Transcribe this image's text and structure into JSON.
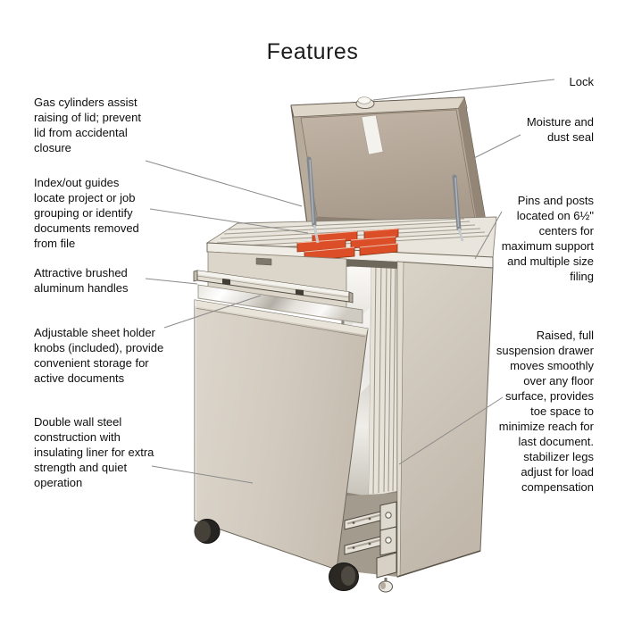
{
  "title": "Features",
  "labels": {
    "left": [
      {
        "id": "gas-cylinders",
        "text": "Gas cylinders assist\nraising of lid; prevent\nlid from accidental\nclosure"
      },
      {
        "id": "index-out-guides",
        "text": "Index/out guides\nlocate project or job\ngrouping or identify\ndocuments removed\nfrom file"
      },
      {
        "id": "aluminum-handles",
        "text": "Attractive brushed\naluminum handles"
      },
      {
        "id": "sheet-holder-knobs",
        "text": "Adjustable sheet holder\nknobs (included), provide\nconvenient storage for\nactive documents"
      },
      {
        "id": "double-wall",
        "text": "Double wall steel\nconstruction with\ninsulating liner for extra\nstrength and quiet\noperation"
      }
    ],
    "right": [
      {
        "id": "lock",
        "text": "Lock"
      },
      {
        "id": "moisture-seal",
        "text": "Moisture and\ndust seal"
      },
      {
        "id": "pins-posts",
        "text": "Pins and posts\nlocated on 6½\"\ncenters for\nmaximum support\nand multiple size\nfiling"
      },
      {
        "id": "suspension-drawer",
        "text": "Raised, full\nsuspension drawer\nmoves smoothly\nover any floor\nsurface, provides\ntoe space to\nminimize reach for\nlast document.\nstabilizer legs\nadjust for load\ncompensation"
      }
    ]
  },
  "illustration": {
    "subject": "vertical file cabinet with open lid, hanging files with orange index tabs, drawer slides, casters and stabilizer leg"
  },
  "colors": {
    "index_tab_orange": "#db4e28",
    "cabinet_beige": "#d5cec4",
    "lid_inner_tan": "#b2a595",
    "callout_line_gray": "#8b8b8b",
    "text_color": "#0e0e0e"
  }
}
